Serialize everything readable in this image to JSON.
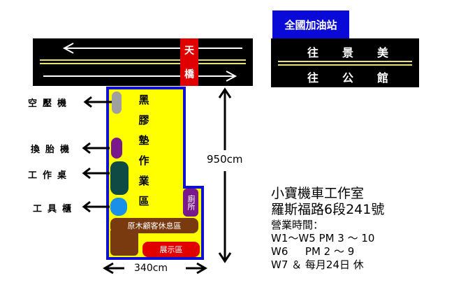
{
  "station_badge": "全國加油站",
  "bridge_label": [
    "天",
    "橋"
  ],
  "road_right": {
    "top": "往景美",
    "bottom": "往公館"
  },
  "equipment": [
    {
      "label": "空壓機",
      "color": "#a0a0a0"
    },
    {
      "label": "換胎機",
      "color": "#7a1a8a"
    },
    {
      "label": "工作桌",
      "color": "#0f4a44"
    },
    {
      "label": "工具櫃",
      "color": "#1a90e8"
    }
  ],
  "work_area": [
    "黑",
    "膠",
    "墊",
    "作",
    "業",
    "區"
  ],
  "restroom": "廁所",
  "lounge": "原木顧客休息區",
  "display": "展示區",
  "dim_height": "950cm",
  "dim_width": "340cm",
  "shop_name": "小寶機車工作室",
  "address": "羅斯福路6段241號",
  "hours_title": "營業時間：",
  "hours": [
    "W1～W5 PM 3 ～ 10",
    "W6 　 PM 2 ～ 9",
    "W7 ＆ 每月24日 休"
  ],
  "colors": {
    "building_fill": "#ffff00",
    "building_border": "#1010d0",
    "lounge": "#7a3a10",
    "display": "#e00000"
  }
}
